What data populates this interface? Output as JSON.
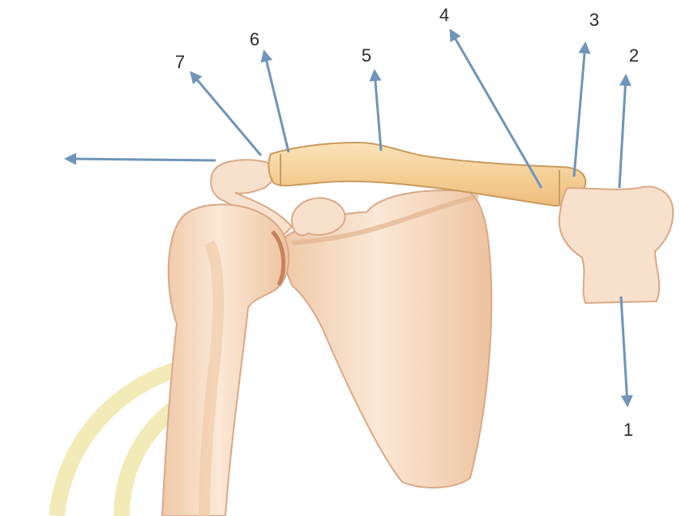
{
  "diagram": {
    "labels": [
      {
        "id": "1",
        "text": "1"
      },
      {
        "id": "2",
        "text": "2"
      },
      {
        "id": "3",
        "text": "3"
      },
      {
        "id": "4",
        "text": "4"
      },
      {
        "id": "5",
        "text": "5"
      },
      {
        "id": "6",
        "text": "6"
      },
      {
        "id": "7",
        "text": "7"
      }
    ],
    "colors": {
      "arrow": "#6f95b9",
      "bone": "#f4dcc0",
      "bone_shadow": "#e2b48f",
      "clavicle": "#f6d49e",
      "clavicle_edge": "#c99b5e",
      "watermark": "#f1e7a6"
    }
  }
}
